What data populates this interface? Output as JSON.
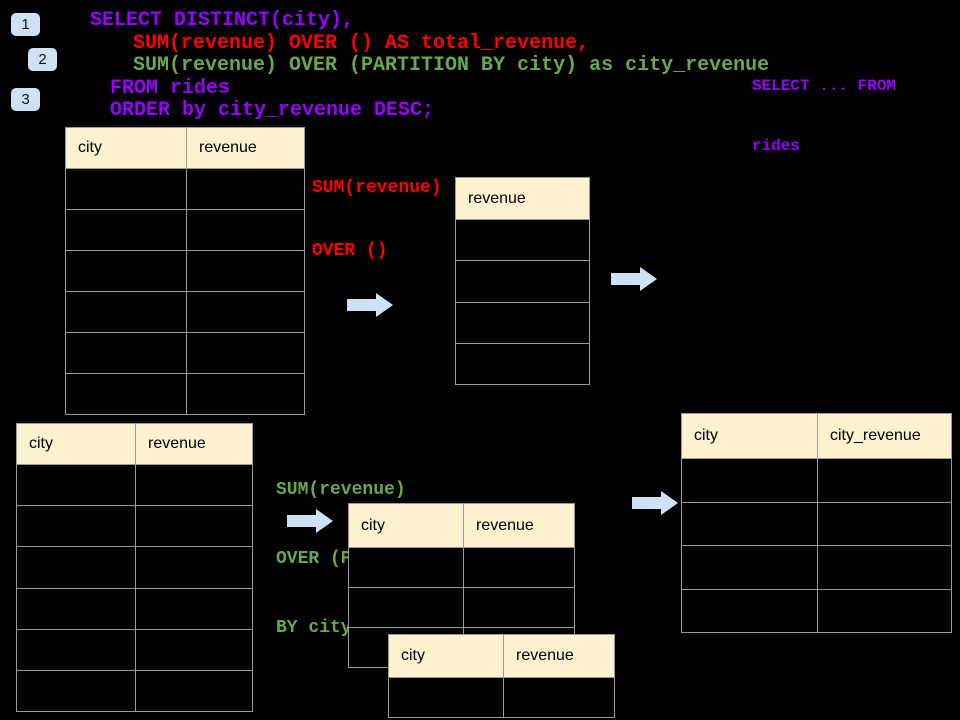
{
  "slide": {
    "step_badges": [
      "1",
      "2",
      "3"
    ],
    "sql_query": {
      "lines": [
        {
          "text": "SELECT DISTINCT(city),",
          "color": "purple"
        },
        {
          "text": "SUM(revenue) OVER () AS total_revenue,",
          "color": "red"
        },
        {
          "text": "SUM(revenue) OVER (PARTITION BY city) as city_revenue",
          "color": "green"
        },
        {
          "text": "FROM rides",
          "color": "purple"
        },
        {
          "text": "ORDER by city_revenue DESC;",
          "color": "purple"
        }
      ]
    },
    "corner_note": {
      "line1": "SELECT ... FROM",
      "line2": "rides",
      "color": "purple"
    },
    "annotation_total": {
      "line1": "SUM(revenue)",
      "line2": "OVER ()",
      "color": "red"
    },
    "annotation_partition": {
      "line1": "SUM(revenue)",
      "line2": "OVER (PARTITION",
      "line3": "BY city)",
      "color": "green"
    },
    "tables": {
      "rides_top": {
        "columns": [
          "city",
          "revenue"
        ],
        "empty_body_rows": 6
      },
      "total_revenue_result": {
        "columns": [
          "revenue"
        ],
        "empty_body_rows": 4
      },
      "rides_bottom": {
        "columns": [
          "city",
          "revenue"
        ],
        "empty_body_rows": 6
      },
      "partition_step": {
        "columns": [
          "city",
          "revenue"
        ],
        "empty_body_rows": 3
      },
      "partition_step_overlay": {
        "columns": [
          "city",
          "revenue"
        ],
        "empty_body_rows": 1
      },
      "city_revenue_result": {
        "columns": [
          "city",
          "city_revenue"
        ],
        "empty_body_rows": 4
      }
    },
    "icons": {
      "arrow": "arrow-right"
    },
    "colors": {
      "background": "#000000",
      "purple": "#9900ff",
      "red": "#ff0000",
      "green": "#6aa84f",
      "table_header_fill": "#fdf2cf",
      "table_border": "#9a9a9a",
      "arrow_fill": "#cfe2f3",
      "badge_fill": "#cfe2f3"
    }
  }
}
